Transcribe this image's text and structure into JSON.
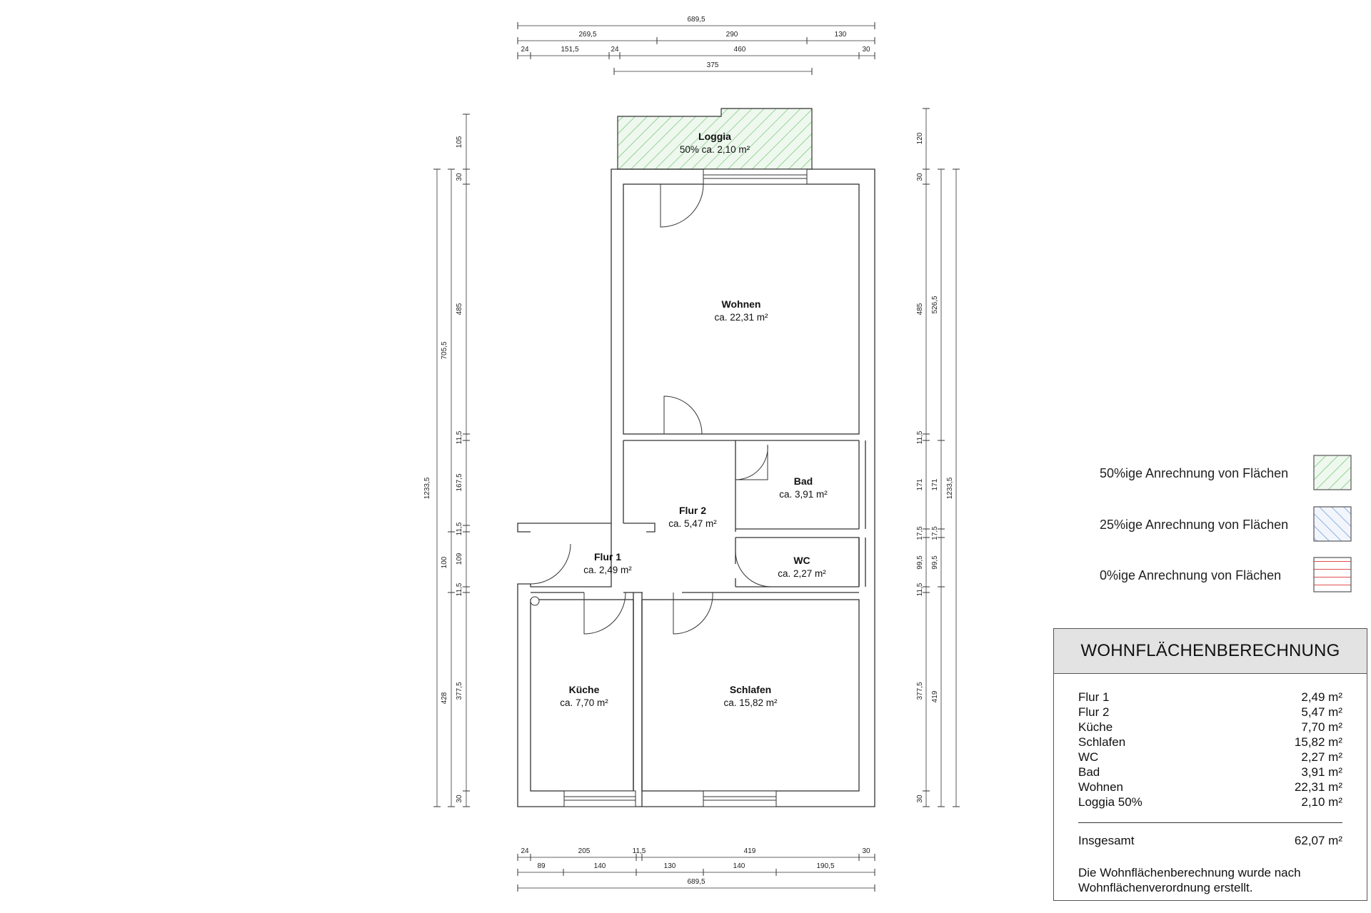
{
  "rooms": {
    "loggia": {
      "name": "Loggia",
      "area": "50% ca. 2,10 m²"
    },
    "wohnen": {
      "name": "Wohnen",
      "area": "ca. 22,31 m²"
    },
    "bad": {
      "name": "Bad",
      "area": "ca. 3,91 m²"
    },
    "flur2": {
      "name": "Flur 2",
      "area": "ca. 5,47 m²"
    },
    "flur1": {
      "name": "Flur 1",
      "area": "ca. 2,49 m²"
    },
    "wc": {
      "name": "WC",
      "area": "ca. 2,27 m²"
    },
    "kueche": {
      "name": "Küche",
      "area": "ca. 7,70 m²"
    },
    "schlafen": {
      "name": "Schlafen",
      "area": "ca. 15,82 m²"
    }
  },
  "dimensions": {
    "top_total": "689,5",
    "top_row2": [
      "269,5",
      "290",
      "130"
    ],
    "top_row3": [
      "24",
      "151,5",
      "24",
      "460",
      "30"
    ],
    "top_loggia": "375",
    "left_outer": "1233,5",
    "left_mid": [
      "705,5",
      "100",
      "428"
    ],
    "left_inner": [
      "105",
      "30",
      "485",
      "11,5",
      "167,5",
      "11,5",
      "109",
      "11,5",
      "377,5",
      "30"
    ],
    "right_inner": [
      "120",
      "30",
      "485",
      "11,5",
      "171",
      "17,5",
      "99,5",
      "11,5",
      "377,5",
      "30"
    ],
    "right_mid": [
      "526,5",
      "171",
      "17,5",
      "99,5",
      "419"
    ],
    "right_outer": "1233,5",
    "bottom_row1": [
      "24",
      "205",
      "11,5",
      "419",
      "30"
    ],
    "bottom_row2": [
      "89",
      "140",
      "130",
      "140",
      "190,5"
    ],
    "bottom_total": "689,5"
  },
  "legend": [
    {
      "label": "50%ige Anrechnung von Flächen",
      "pattern": "green-hatch",
      "color": "#6cc06c"
    },
    {
      "label": "25%ige Anrechnung von Flächen",
      "pattern": "blue-hatch",
      "color": "#5a8fd0"
    },
    {
      "label": "0%ige Anrechnung von Flächen",
      "pattern": "red-lines",
      "color": "#e05050"
    }
  ],
  "calculation": {
    "title": "WOHNFLÄCHENBERECHNUNG",
    "rows": [
      {
        "name": "Flur 1",
        "value": "2,49 m²"
      },
      {
        "name": "Flur 2",
        "value": "5,47 m²"
      },
      {
        "name": "Küche",
        "value": "7,70 m²"
      },
      {
        "name": "Schlafen",
        "value": "15,82 m²"
      },
      {
        "name": "WC",
        "value": "2,27 m²"
      },
      {
        "name": "Bad",
        "value": "3,91 m²"
      },
      {
        "name": "Wohnen",
        "value": "22,31 m²"
      },
      {
        "name": "Loggia 50%",
        "value": "2,10 m²"
      }
    ],
    "total_label": "Insgesamt",
    "total_value": "62,07 m²",
    "note": "Die Wohnflächenberechnung wurde nach Wohnflächenverordnung erstellt."
  },
  "colors": {
    "wall": "#333333",
    "loggia_fill": "#e9f7e9",
    "loggia_hatch": "#6cc06c"
  }
}
